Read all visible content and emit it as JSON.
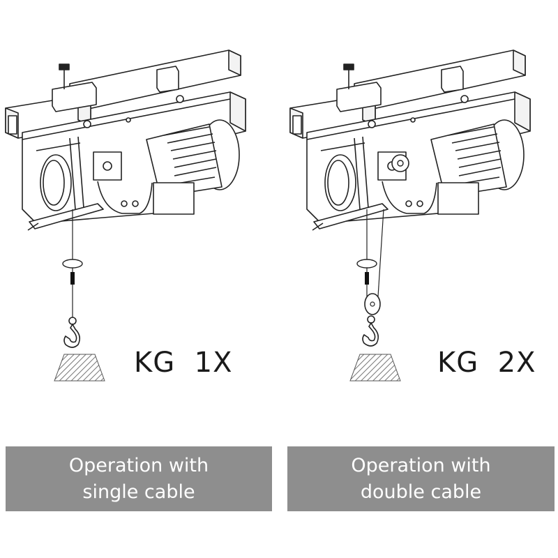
{
  "panels": [
    {
      "model": "KG  1X",
      "caption_line1": "Operation with",
      "caption_line2": "single cable"
    },
    {
      "model": "KG  2X",
      "caption_line1": "Operation with",
      "caption_line2": "double cable"
    }
  ],
  "colors": {
    "caption_bg": "#8e8e8e",
    "caption_text": "#ffffff",
    "line": "#222222",
    "weight_hatch": "#777777"
  }
}
